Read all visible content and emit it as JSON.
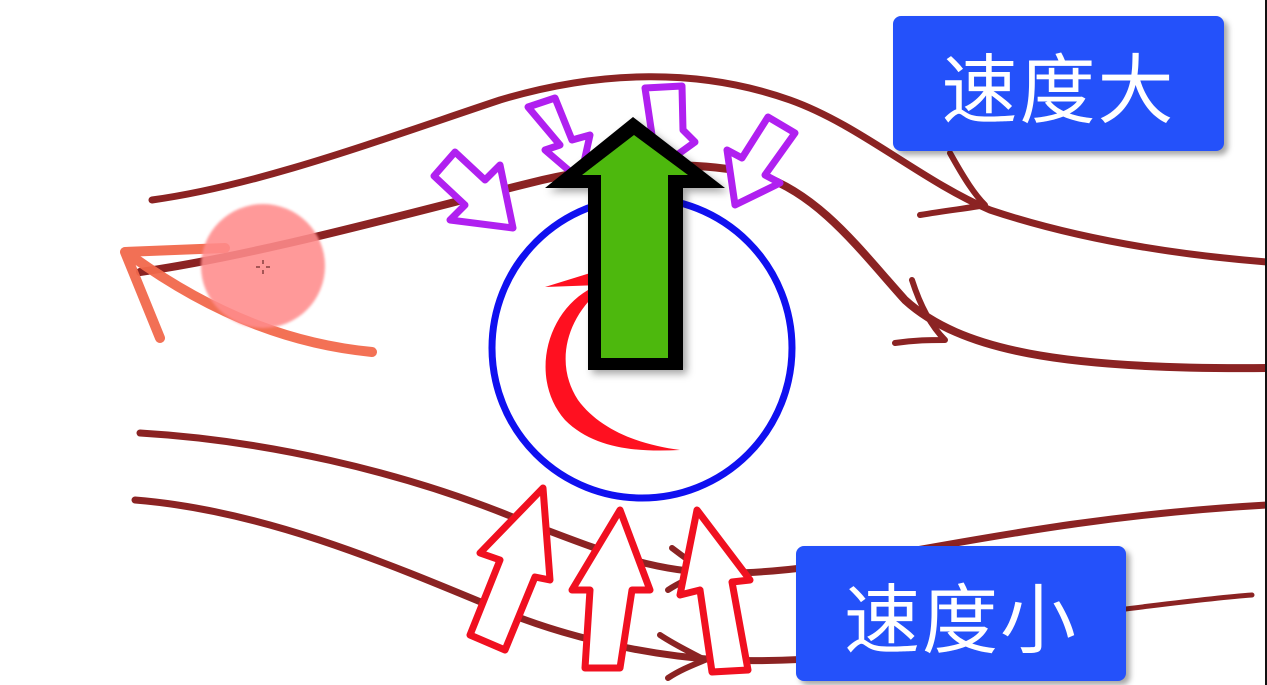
{
  "diagram": {
    "topic": "Magnus effect — airflow around a spinning ball",
    "labels": {
      "fast": "速度大",
      "slow": "速度小"
    },
    "elements": {
      "ball": {
        "shape": "circle",
        "stroke": "#1010f0"
      },
      "spin_arrow": {
        "direction": "counterclockwise",
        "color": "#ff1020"
      },
      "lift_arrow": {
        "direction": "up",
        "fill": "#4db80a",
        "stroke": "#000000"
      },
      "top_pressure_arrows": {
        "count": 4,
        "direction": "down-inward",
        "color": "#b020f0"
      },
      "bottom_pressure_arrows": {
        "count": 3,
        "direction": "up",
        "color": "#f01020"
      },
      "streamlines": {
        "count": 5,
        "flow": "left-to-right",
        "color": "#8b2323"
      },
      "annotation_arrow": {
        "direction": "left",
        "color": "#f2694c"
      },
      "cursor_highlight": {
        "color": "#ff8c8c"
      }
    },
    "colors": {
      "label_bg": "#2451fa",
      "label_text": "#ffffff",
      "streamline": "#8b2323",
      "ball_outline": "#1010f0"
    }
  }
}
